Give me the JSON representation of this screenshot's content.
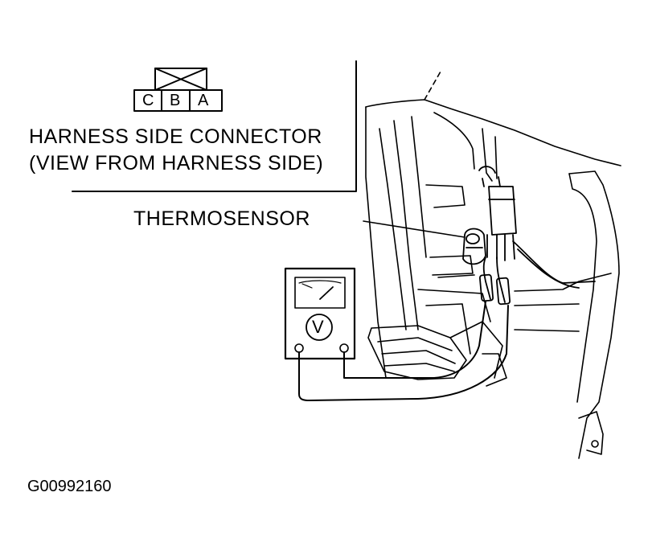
{
  "connector": {
    "pins": [
      "C",
      "B",
      "A"
    ]
  },
  "labels": {
    "connector_line1": "HARNESS SIDE CONNECTOR",
    "connector_line2": "(VIEW FROM HARNESS SIDE)",
    "thermosensor": "THERMOSENSOR",
    "meter_symbol": "V",
    "figure_id": "G00992160"
  }
}
